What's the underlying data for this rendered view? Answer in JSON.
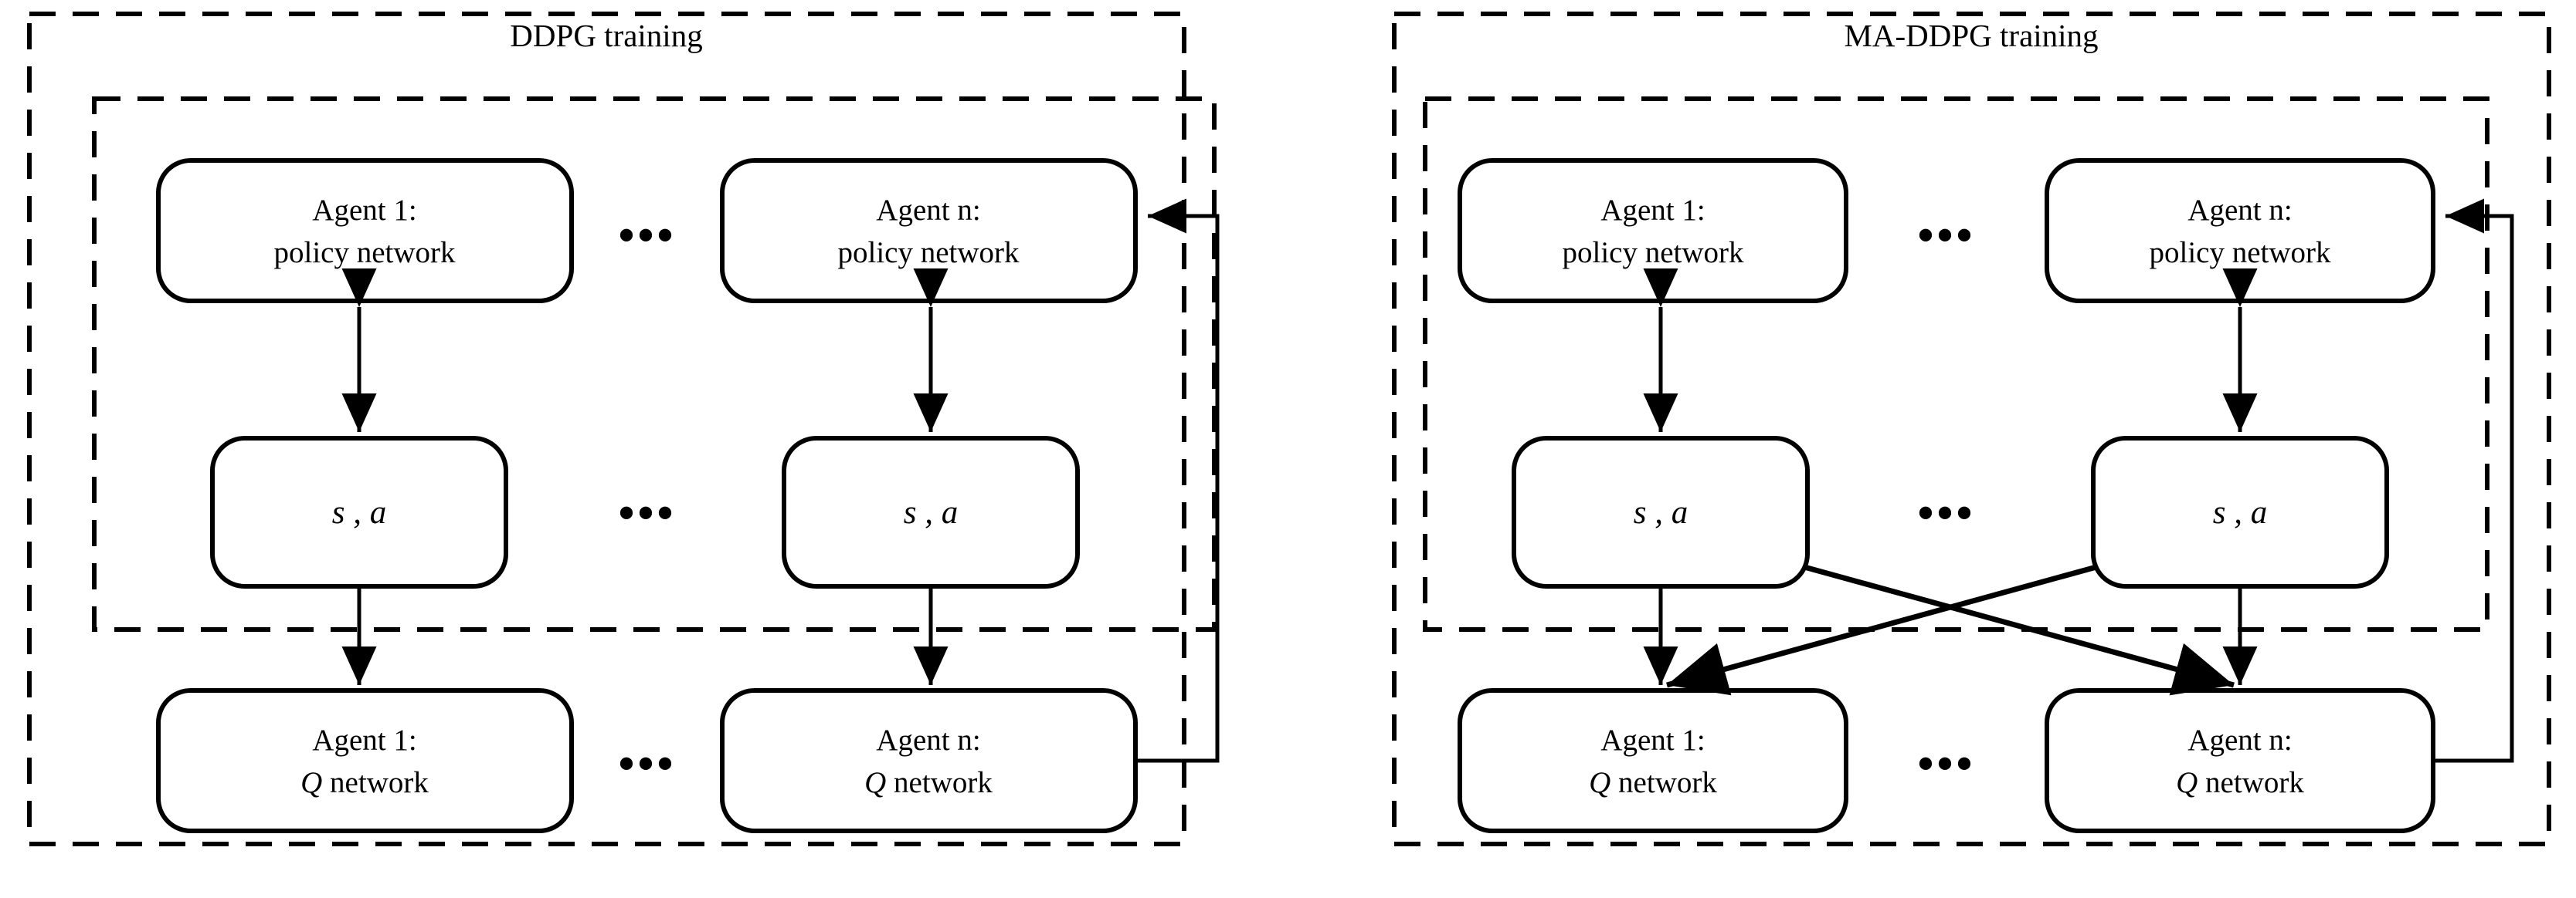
{
  "figure": {
    "type": "architecture-diagram",
    "background": "#ffffff",
    "stroke_color": "#000000",
    "panels": [
      {
        "id": "ddpg",
        "title": "DDPG training",
        "inner_group_label": "",
        "nodes": {
          "policy_1": {
            "line1": "Agent 1:",
            "line2": "policy network"
          },
          "policy_n": {
            "line1": "Agent n:",
            "line2": "policy network"
          },
          "sa_1": {
            "symbol_s": "s",
            "comma": ",",
            "symbol_a": "a",
            "full": "s , a"
          },
          "sa_n": {
            "symbol_s": "s",
            "comma": ",",
            "symbol_a": "a",
            "full": "s , a"
          },
          "q_1": {
            "line1": "Agent 1:",
            "line2_prefix": "Q",
            "line2_suffix": " network"
          },
          "q_n": {
            "line1": "Agent n:",
            "line2_prefix": "Q",
            "line2_suffix": " network"
          }
        },
        "ellipsis": {
          "policy_row": "•••",
          "sa_row": "•••",
          "q_row": "•••"
        },
        "edges": [
          {
            "from": "policy_1",
            "to": "sa_1",
            "style": "double-arrow-vertical"
          },
          {
            "from": "policy_n",
            "to": "sa_n",
            "style": "double-arrow-vertical"
          },
          {
            "from": "sa_1",
            "to": "q_1",
            "style": "arrow-down"
          },
          {
            "from": "sa_n",
            "to": "q_n",
            "style": "arrow-down"
          },
          {
            "from": "q_n",
            "to": "policy_n",
            "style": "feedback-right-loop"
          }
        ]
      },
      {
        "id": "maddpg",
        "title": "MA-DDPG training",
        "inner_group_label": "",
        "nodes": {
          "policy_1": {
            "line1": "Agent 1:",
            "line2": "policy network"
          },
          "policy_n": {
            "line1": "Agent n:",
            "line2": "policy network"
          },
          "sa_1": {
            "symbol_s": "s",
            "comma": ",",
            "symbol_a": "a",
            "full": "s , a"
          },
          "sa_n": {
            "symbol_s": "s",
            "comma": ",",
            "symbol_a": "a",
            "full": "s , a"
          },
          "q_1": {
            "line1": "Agent 1:",
            "line2_prefix": "Q",
            "line2_suffix": " network"
          },
          "q_n": {
            "line1": "Agent n:",
            "line2_prefix": "Q",
            "line2_suffix": " network"
          }
        },
        "ellipsis": {
          "policy_row": "•••",
          "sa_row": "•••",
          "q_row": "•••"
        },
        "edges": [
          {
            "from": "policy_1",
            "to": "sa_1",
            "style": "double-arrow-vertical"
          },
          {
            "from": "policy_n",
            "to": "sa_n",
            "style": "double-arrow-vertical"
          },
          {
            "from": "sa_1",
            "to": "q_1",
            "style": "arrow-down"
          },
          {
            "from": "sa_n",
            "to": "q_n",
            "style": "arrow-down"
          },
          {
            "from": "sa_1",
            "to": "q_n",
            "style": "arrow-diagonal-cross"
          },
          {
            "from": "sa_n",
            "to": "q_1",
            "style": "arrow-diagonal-cross"
          },
          {
            "from": "q_n",
            "to": "policy_n",
            "style": "feedback-right-loop"
          }
        ]
      }
    ]
  }
}
